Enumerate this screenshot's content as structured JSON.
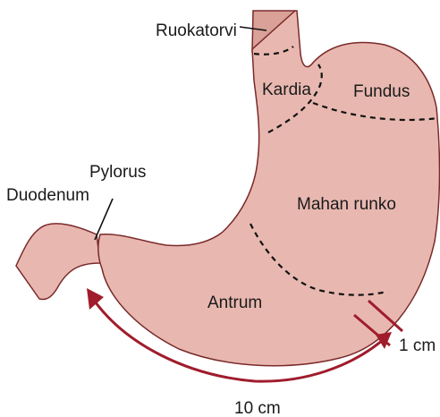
{
  "labels": {
    "esophagus": "Ruokatorvi",
    "cardia": "Kardia",
    "fundus": "Fundus",
    "body": "Mahan runko",
    "antrum": "Antrum",
    "pylorus": "Pylorus",
    "duodenum": "Duodenum",
    "margin_1cm": "1 cm",
    "distance_10cm": "10 cm"
  },
  "colors": {
    "tissue": "#e8b8b0",
    "tissue_dark": "#d9a198",
    "outline": "#7a2a2a",
    "measure": "#a01c2c",
    "dashed_line": "#111111"
  }
}
